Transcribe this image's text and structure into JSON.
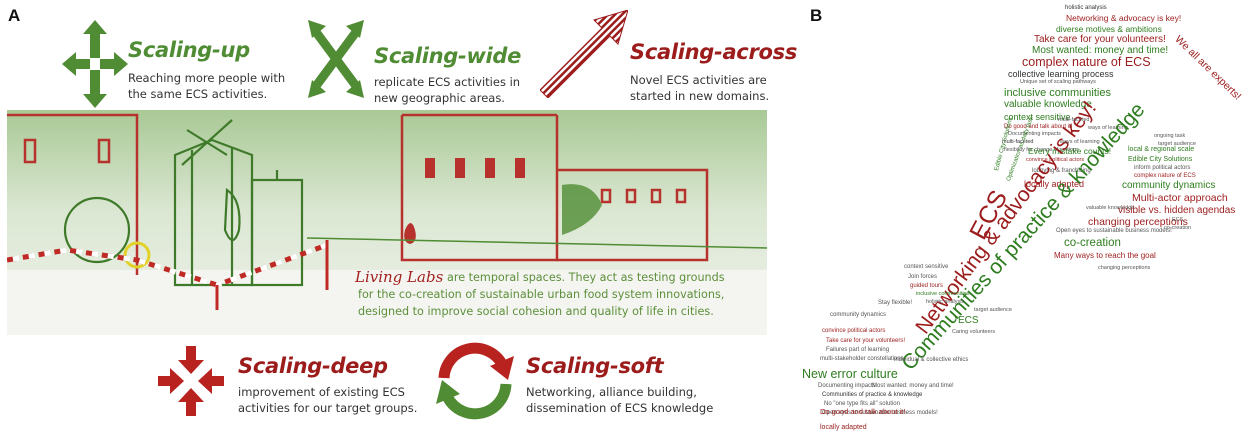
{
  "panel_a": {
    "letter": "A",
    "scaling_up": {
      "title": "Scaling-up",
      "desc1": "Reaching more people with",
      "desc2": "the same ECS activities."
    },
    "scaling_wide": {
      "title": "Scaling-wide",
      "desc1": "replicate ECS activities in",
      "desc2": "new geographic areas."
    },
    "scaling_across": {
      "title": "Scaling-across",
      "desc1": "Novel ECS activities are",
      "desc2": "started in new domains."
    },
    "scaling_deep": {
      "title": "Scaling-deep",
      "desc1": "improvement of existing ECS",
      "desc2": "activities for our target groups."
    },
    "scaling_soft": {
      "title": "Scaling-soft",
      "desc1": "Networking, alliance building,",
      "desc2": "dissemination of ECS knowledge"
    },
    "living_labs": {
      "script": "Living Labs",
      "line1": "are temporal spaces. They act as testing grounds",
      "line2": "for the co-creation of sustainable urban food system innovations,",
      "line3": "designed to improve social cohesion and quality of life in cities."
    },
    "colors": {
      "green": "#4f8c33",
      "red": "#9c1c1c"
    }
  },
  "panel_b": {
    "letter": "B",
    "words": {
      "w01": "holistic analysis",
      "w02": "Networking & advocacy is key!",
      "w03": "diverse motives & ambitions",
      "w04": "Take care for your volunteers!",
      "w05": "Most wanted: money and time!",
      "w06": "complex nature of ECS",
      "w07": "We all are experts!",
      "w08": "collective learning process",
      "w09": "Unique set of scaling pathways",
      "w10": "inclusive communities",
      "w11": "valuable knowledge",
      "w12": "context sensitive",
      "w13": "Do good and talk about it!",
      "w14": "Documenting impacts",
      "w15": "ways of learning",
      "w16": "multi-faceted",
      "w17": "ongoing task",
      "w18": "target audience",
      "w19": "flexibility for change of settings",
      "w20": "local & regional scale",
      "w21": "Edible City Solutions",
      "w22": "inform political actors",
      "w23": "complex nature of ECS",
      "w24": "Every mistake counts!",
      "w25": "convince political actors",
      "w26": "lobbying & franchising",
      "w27": "community dynamics",
      "w28": "locally adapted",
      "w29": "Multi-actor approach",
      "w30": "visible vs. hidden agendas",
      "w31": "changing perceptions",
      "w32": "Optimization as daily task",
      "w33": "Open eyes to sustainable business models!",
      "w34": "Many ways to reach the goal",
      "w35": "co-creation",
      "w36": "ECS",
      "w37": "Networking & advocacy is key!",
      "w38": "Communities of practice & knowledge",
      "w39": "Join forces",
      "w40": "guided tours",
      "w41": "Caring volunteers",
      "w42": "ECS",
      "w43": "New error culture",
      "w44": "convince political actors",
      "w45": "Take care for your volunteers!",
      "w46": "Failures part of learning",
      "w47": "multi-stakeholder constellations",
      "w48": "individual & collective ethics",
      "w49": "Documenting impacts",
      "w50": "Most wanted: money and time!",
      "w51": "Communities of practice & knowledge",
      "w52": "No \"one type fits all\" solution",
      "w53": "Open eyes to sustainable business models!",
      "w54": "Do good and talk about it!",
      "w55": "locally adapted",
      "w56": "Stay flexible!",
      "w57": "community dynamics",
      "w58": "ECS",
      "w59": "co-creation",
      "w60": "inclusive communities",
      "w61": "valuable knowledge",
      "w62": "changing perceptions",
      "w63": "context sensitive",
      "w64": "Edible City Solutions",
      "w65": "holistic analysis",
      "w66": "multi-faceted",
      "w67": "target audience",
      "w68": "ways of learning"
    },
    "colors": {
      "red": "#9c1c1c",
      "green": "#2e7d1f",
      "dark": "#333333"
    }
  }
}
